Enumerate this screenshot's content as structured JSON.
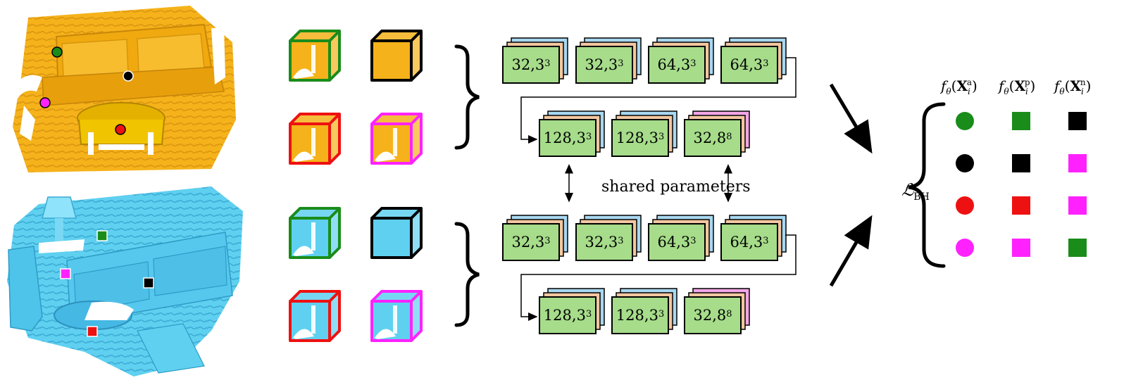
{
  "colors": {
    "orange_scene": "#f5b21a",
    "blue_scene": "#5fd0f0",
    "layer_fill": "#a6dc8a",
    "layer_back1": "#a9d8f0",
    "layer_back2": "#f3c7a0",
    "layer_back_pink": "#f2a6e6",
    "green": "#1a8c1a",
    "black": "#000000",
    "red": "#ee1111",
    "magenta": "#ff22ff"
  },
  "network": {
    "top_row1": [
      {
        "n": "32",
        "k": "3",
        "back": "blue"
      },
      {
        "n": "32",
        "k": "3",
        "back": "blue"
      },
      {
        "n": "64",
        "k": "3",
        "back": "blue"
      },
      {
        "n": "64",
        "k": "3",
        "back": "blue"
      }
    ],
    "top_row2": [
      {
        "n": "128",
        "k": "3",
        "back": "blue"
      },
      {
        "n": "128",
        "k": "3",
        "back": "blue"
      },
      {
        "n": "32",
        "k": "8",
        "back": "pink"
      }
    ],
    "shared_label": "shared parameters"
  },
  "loss": {
    "symbol": "ℒ",
    "subscript": "BH"
  },
  "headers": [
    {
      "f": "f",
      "theta": "θ",
      "X": "X",
      "sub": "i",
      "sup": "a"
    },
    {
      "f": "f",
      "theta": "θ",
      "X": "X",
      "sub": "i",
      "sup": "p"
    },
    {
      "f": "f",
      "theta": "θ",
      "X": "X",
      "sub": "i",
      "sup": "n"
    }
  ],
  "triplets": [
    {
      "anchor": "green",
      "positive": "green",
      "negative": "black"
    },
    {
      "anchor": "black",
      "positive": "black",
      "negative": "magenta"
    },
    {
      "anchor": "red",
      "positive": "red",
      "negative": "magenta"
    },
    {
      "anchor": "magenta",
      "positive": "magenta",
      "negative": "green"
    }
  ]
}
